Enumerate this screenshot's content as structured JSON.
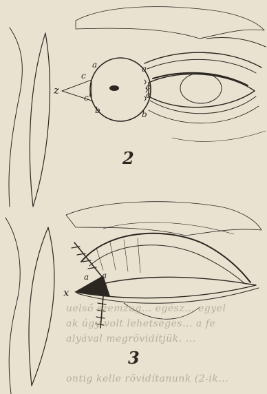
{
  "figures": [
    {
      "number": "2",
      "labels": {
        "a_left": "a",
        "a_right": "a",
        "c_left": "c",
        "c_prime_left": "c'",
        "b_left": "b",
        "b_right": "b",
        "c_right": "c",
        "c_prime_right": "c",
        "z": "z"
      }
    },
    {
      "number": "3",
      "labels": {
        "x": "x",
        "a_left": "a",
        "a_right": "a"
      }
    }
  ],
  "bleed_through_text": [
    "uelső szemzug... egész... egyel",
    "ak úgy volt lehetséges... a fe",
    "alyával megrövidítjük. ...",
    "ontig kelle rövidítanunk (2-ik..."
  ],
  "colors": {
    "paper": "#e9e2d1",
    "ink": "#2b2620",
    "bleed": "#b8ae99"
  }
}
